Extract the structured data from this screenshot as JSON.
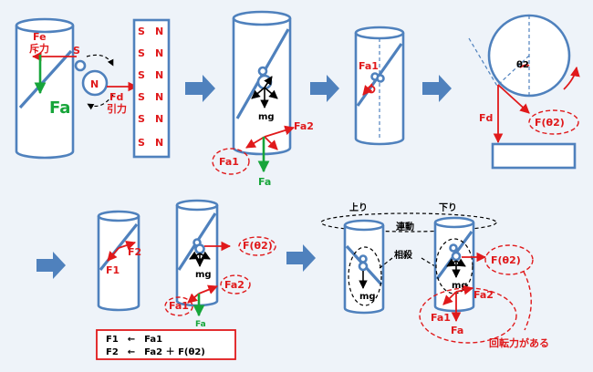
{
  "panel1": {
    "fe_label": "Fe",
    "fe_sub": "斥力",
    "fa_label": "Fa",
    "pole_s": "S",
    "pole_n": "N",
    "fd_label": "Fd",
    "fd_sub": "引力",
    "magnet_strip": [
      "S",
      "N",
      "S",
      "N",
      "S",
      "N",
      "S",
      "N",
      "S",
      "N",
      "S",
      "N"
    ]
  },
  "panel2": {
    "mg_label": "mg",
    "fa2_label": "Fa2",
    "fa1_label": "Fa1",
    "fa_label": "Fa"
  },
  "panel3": {
    "fa1_label": "Fa1"
  },
  "panel4": {
    "theta_label": "θ2",
    "fd_label": "Fd",
    "f_label": "F(θ2)"
  },
  "panel5": {
    "f1_label": "F1",
    "f2_label": "F2",
    "f_label": "F(θ2)",
    "mg_label": "mg",
    "fa2_label": "Fa2",
    "fa1_label": "Fa1",
    "fa_label": "Fa",
    "eq1": "F1　←　Fa1",
    "eq2": "F2　←　Fa2 ＋ F(θ2)"
  },
  "panel6": {
    "up_label": "上り",
    "down_label": "下り",
    "linked_label": "連動",
    "cancel_label": "相殺",
    "mg_left": "mg",
    "mg_right": "mg",
    "f_label": "F(θ2)",
    "fa2_label": "Fa2",
    "fa1_label": "Fa1",
    "fa_label": "Fa",
    "torque_label": "回転力がある"
  }
}
